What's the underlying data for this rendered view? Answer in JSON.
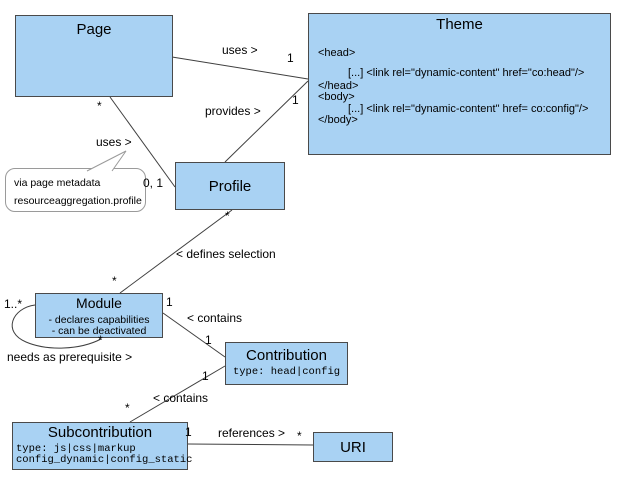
{
  "colors": {
    "box_fill": "#a9d2f3",
    "box_border": "#4a4a4a",
    "line": "#3f3f3f",
    "bubble_border": "#9a9a9a",
    "bg": "#ffffff",
    "text": "#000000"
  },
  "classes": {
    "page": {
      "title": "Page"
    },
    "theme": {
      "title": "Theme",
      "body_lines": [
        "<head>",
        "[...] <link rel=\"dynamic-content\" href=\"co:head\"/>",
        "</head>",
        "<body>",
        "[...] <link rel=\"dynamic-content\" href= co:config\"/>",
        "</body>"
      ]
    },
    "profile": {
      "title": "Profile"
    },
    "module": {
      "title": "Module",
      "attributes": [
        "- declares capabilities",
        "- can be deactivated"
      ]
    },
    "contribution": {
      "title": "Contribution",
      "type_line": "type: head|config"
    },
    "subcontribution": {
      "title": "Subcontribution",
      "type_lines": [
        "type: js|css|markup",
        "config_dynamic|config_static"
      ]
    },
    "uri": {
      "title": "URI"
    }
  },
  "note": {
    "lines": [
      "via page metadata",
      "resourceaggregation.profile"
    ]
  },
  "labels": {
    "uses_theme": "uses >",
    "provides": "provides >",
    "uses_profile": "uses >",
    "defines_selection": "< defines selection",
    "needs_prerequisite": "needs as prerequisite >",
    "contains_upper": "< contains",
    "contains_lower": "< contains",
    "references": "references >"
  },
  "multiplicities": {
    "uses_theme_end": "1",
    "uses_page_end": "*",
    "uses_profile_end": "0, 1",
    "provides_theme_end": "1",
    "defines_profile_end": "*",
    "defines_module_end": "*",
    "selfloop_source": "1..*",
    "selfloop_target": "*",
    "contains_module_end": "1",
    "contains_contribution_upper_end": "1",
    "contains_contribution_lower_end": "1",
    "contains_subcontribution_end": "*",
    "references_subcontribution_end": "1",
    "references_uri_end": "*"
  }
}
